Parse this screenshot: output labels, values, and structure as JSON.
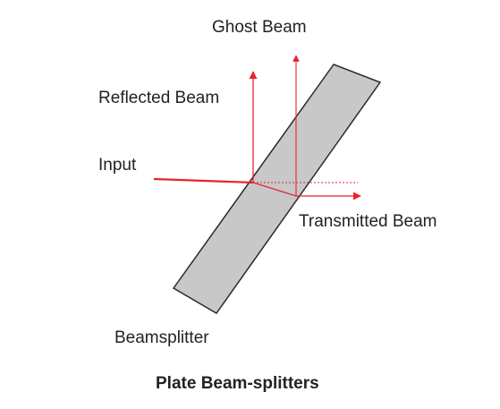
{
  "labels": {
    "ghost": "Ghost Beam",
    "reflected": "Reflected Beam",
    "input": "Input",
    "transmitted": "Transmitted Beam",
    "beamsplitter": "Beamsplitter"
  },
  "caption": "Plate Beam-splitters",
  "colors": {
    "beam": "#e8232f",
    "plate_fill": "#c8c8c8",
    "plate_stroke": "#2a2a2a",
    "text": "#222222"
  }
}
